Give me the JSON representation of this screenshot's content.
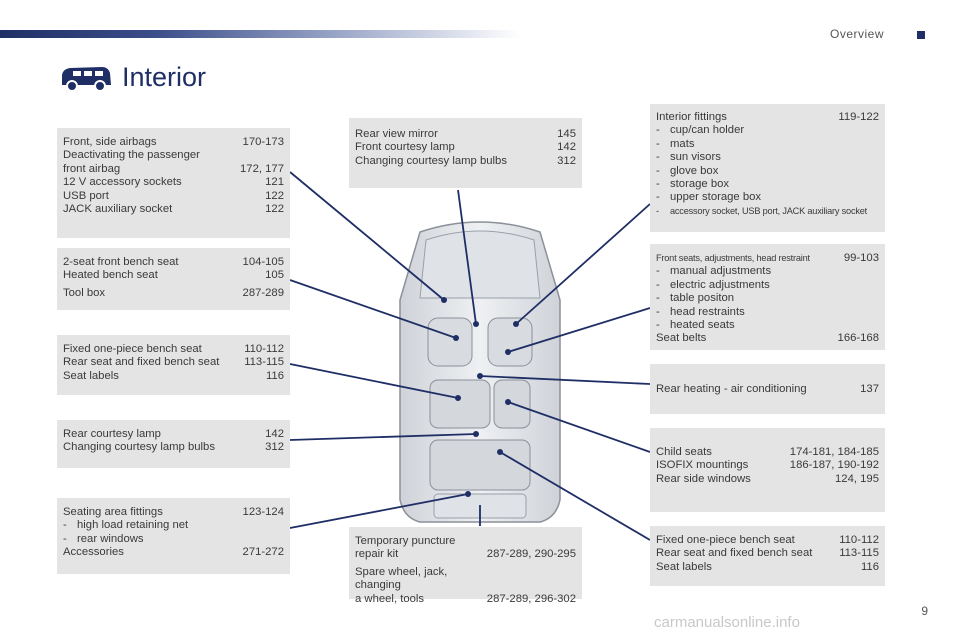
{
  "header": {
    "section": "Overview",
    "title": "Interior",
    "page_number": "9"
  },
  "watermark": "carmanualsonline.info",
  "left": {
    "airbags": {
      "rows": [
        {
          "label": "Front, side airbags",
          "page": "170-173"
        },
        {
          "label": "Deactivating the passenger\n   front airbag",
          "page": "172, 177"
        },
        {
          "label": "12 V accessory sockets",
          "page": "121"
        },
        {
          "label": "USB port",
          "page": "122"
        },
        {
          "label": "JACK auxiliary socket",
          "page": "122"
        }
      ]
    },
    "bench": {
      "rows": [
        {
          "label": "2-seat front bench seat",
          "page": "104-105"
        },
        {
          "label": "Heated bench seat",
          "page": "105"
        },
        {
          "label": "Tool box",
          "page": "287-289"
        }
      ]
    },
    "fixed_bench": {
      "rows": [
        {
          "label": "Fixed one-piece bench seat",
          "page": "110-112"
        },
        {
          "label": "Rear seat and fixed bench seat",
          "page": "113-115"
        },
        {
          "label": "Seat labels",
          "page": "116"
        }
      ]
    },
    "rear_lamp": {
      "rows": [
        {
          "label": "Rear courtesy lamp",
          "page": "142"
        },
        {
          "label": "Changing courtesy lamp bulbs",
          "page": "312"
        }
      ]
    },
    "seating": {
      "title": "Seating area fittings",
      "page": "123-124",
      "items": [
        "high load retaining net",
        "rear windows"
      ],
      "accessories_label": "Accessories",
      "accessories_page": "271-272"
    }
  },
  "center": {
    "mirror": {
      "rows": [
        {
          "label": "Rear view mirror",
          "page": "145"
        },
        {
          "label": "Front courtesy lamp",
          "page": "142"
        },
        {
          "label": "Changing courtesy lamp bulbs",
          "page": "312"
        }
      ]
    },
    "puncture": {
      "rows": [
        {
          "label": "Temporary puncture\n   repair kit",
          "page": "287-289, 290-295"
        },
        {
          "label": "Spare wheel, jack, changing\n   a wheel, tools",
          "page": "287-289, 296-302"
        }
      ]
    }
  },
  "right": {
    "fittings": {
      "title": "Interior fittings",
      "page": "119-122",
      "items": [
        "cup/can holder",
        "mats",
        "sun visors",
        "glove box",
        "storage box",
        "upper storage box"
      ],
      "small_item": "accessory socket, USB port, JACK auxiliary socket"
    },
    "front_seats": {
      "title": "Front seats, adjustments, head restraint",
      "page": "99-103",
      "items": [
        "manual adjustments",
        "electric adjustments",
        "table positon",
        "head restraints",
        "heated seats"
      ],
      "belts_label": "Seat belts",
      "belts_page": "166-168"
    },
    "heating": {
      "rows": [
        {
          "label": "Rear heating - air conditioning",
          "page": "137"
        }
      ]
    },
    "child": {
      "rows": [
        {
          "label": "Child seats",
          "page": "174-181, 184-185"
        },
        {
          "label": "ISOFIX mountings",
          "page": "186-187, 190-192"
        },
        {
          "label": "Rear side windows",
          "page": "124, 195"
        }
      ]
    },
    "fixed_bench2": {
      "rows": [
        {
          "label": "Fixed one-piece bench seat",
          "page": "110-112"
        },
        {
          "label": "Rear seat and fixed bench seat",
          "page": "113-115"
        },
        {
          "label": "Seat labels",
          "page": "116"
        }
      ]
    }
  },
  "colors": {
    "accent": "#1f2f66",
    "box": "#e4e4e4",
    "line": "#1f2f66"
  }
}
